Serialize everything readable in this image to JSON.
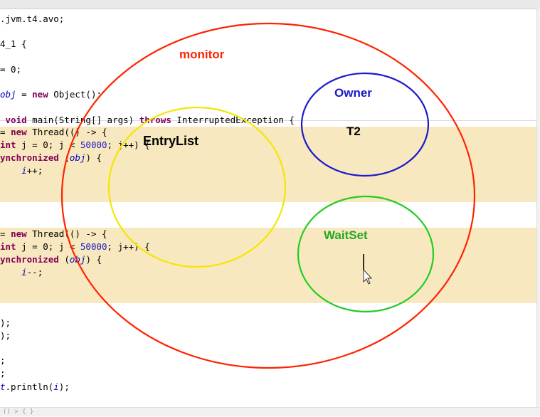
{
  "editor": {
    "lines": [
      {
        "segs": [
          {
            "t": ".jvm.t4.avo;",
            "c": ""
          }
        ]
      },
      {
        "segs": [
          {
            "t": "4_1 {",
            "c": ""
          }
        ]
      },
      {
        "segs": [
          {
            "t": "= 0;",
            "c": ""
          }
        ]
      },
      {
        "segs": [
          {
            "t": "obj",
            "c": "fld"
          },
          {
            "t": " = ",
            "c": ""
          },
          {
            "t": "new",
            "c": "kw"
          },
          {
            "t": " Object();",
            "c": ""
          }
        ]
      },
      {
        "segs": [
          {
            "t": " void",
            "c": "kw"
          },
          {
            "t": " main(String[] args) ",
            "c": ""
          },
          {
            "t": "throws",
            "c": "kw"
          },
          {
            "t": " InterruptedException {",
            "c": ""
          }
        ]
      },
      {
        "segs": [
          {
            "t": "= ",
            "c": ""
          },
          {
            "t": "new",
            "c": "kw"
          },
          {
            "t": " Thread(() -> {",
            "c": ""
          }
        ]
      },
      {
        "segs": [
          {
            "t": "int",
            "c": "kw"
          },
          {
            "t": " j = 0; j < ",
            "c": ""
          },
          {
            "t": "50000",
            "c": "num"
          },
          {
            "t": "; j++) {",
            "c": ""
          }
        ]
      },
      {
        "segs": [
          {
            "t": "ynchronized",
            "c": "kw"
          },
          {
            "t": " (",
            "c": ""
          },
          {
            "t": "obj",
            "c": "fld"
          },
          {
            "t": ") {",
            "c": ""
          }
        ]
      },
      {
        "segs": [
          {
            "t": "    ",
            "c": ""
          },
          {
            "t": "i",
            "c": "fld"
          },
          {
            "t": "++;",
            "c": ""
          }
        ]
      },
      {
        "segs": [
          {
            "t": "= ",
            "c": ""
          },
          {
            "t": "new",
            "c": "kw"
          },
          {
            "t": " Thread(() -> {",
            "c": ""
          }
        ]
      },
      {
        "segs": [
          {
            "t": "int",
            "c": "kw"
          },
          {
            "t": " j = 0; j < ",
            "c": ""
          },
          {
            "t": "50000",
            "c": "num"
          },
          {
            "t": "; j++) {",
            "c": ""
          }
        ]
      },
      {
        "segs": [
          {
            "t": "ynchronized",
            "c": "kw"
          },
          {
            "t": " (",
            "c": ""
          },
          {
            "t": "obj",
            "c": "fld"
          },
          {
            "t": ") {",
            "c": ""
          }
        ]
      },
      {
        "segs": [
          {
            "t": "    ",
            "c": ""
          },
          {
            "t": "i",
            "c": "fld"
          },
          {
            "t": "--;",
            "c": ""
          }
        ]
      },
      {
        "segs": [
          {
            "t": ");",
            "c": ""
          }
        ]
      },
      {
        "segs": [
          {
            "t": ");",
            "c": ""
          }
        ]
      },
      {
        "segs": [
          {
            "t": ";",
            "c": ""
          }
        ]
      },
      {
        "segs": [
          {
            "t": ";",
            "c": ""
          }
        ]
      },
      {
        "segs": [
          {
            "t": "t",
            "c": "fld"
          },
          {
            "t": ".println(",
            "c": ""
          },
          {
            "t": "i",
            "c": "fld"
          },
          {
            "t": ");",
            "c": ""
          }
        ]
      }
    ],
    "status": "() > { }"
  },
  "annotations": {
    "monitor": "monitor",
    "owner": "Owner",
    "owner_thread": "T2",
    "entry_list": "EntryList",
    "wait_set": "WaitSet"
  },
  "colors": {
    "monitor": "#ff2200",
    "owner": "#1a1acc",
    "entry_list": "#f5e600",
    "wait_set": "#22cc22",
    "highlight_band": "#f7e8bf"
  }
}
